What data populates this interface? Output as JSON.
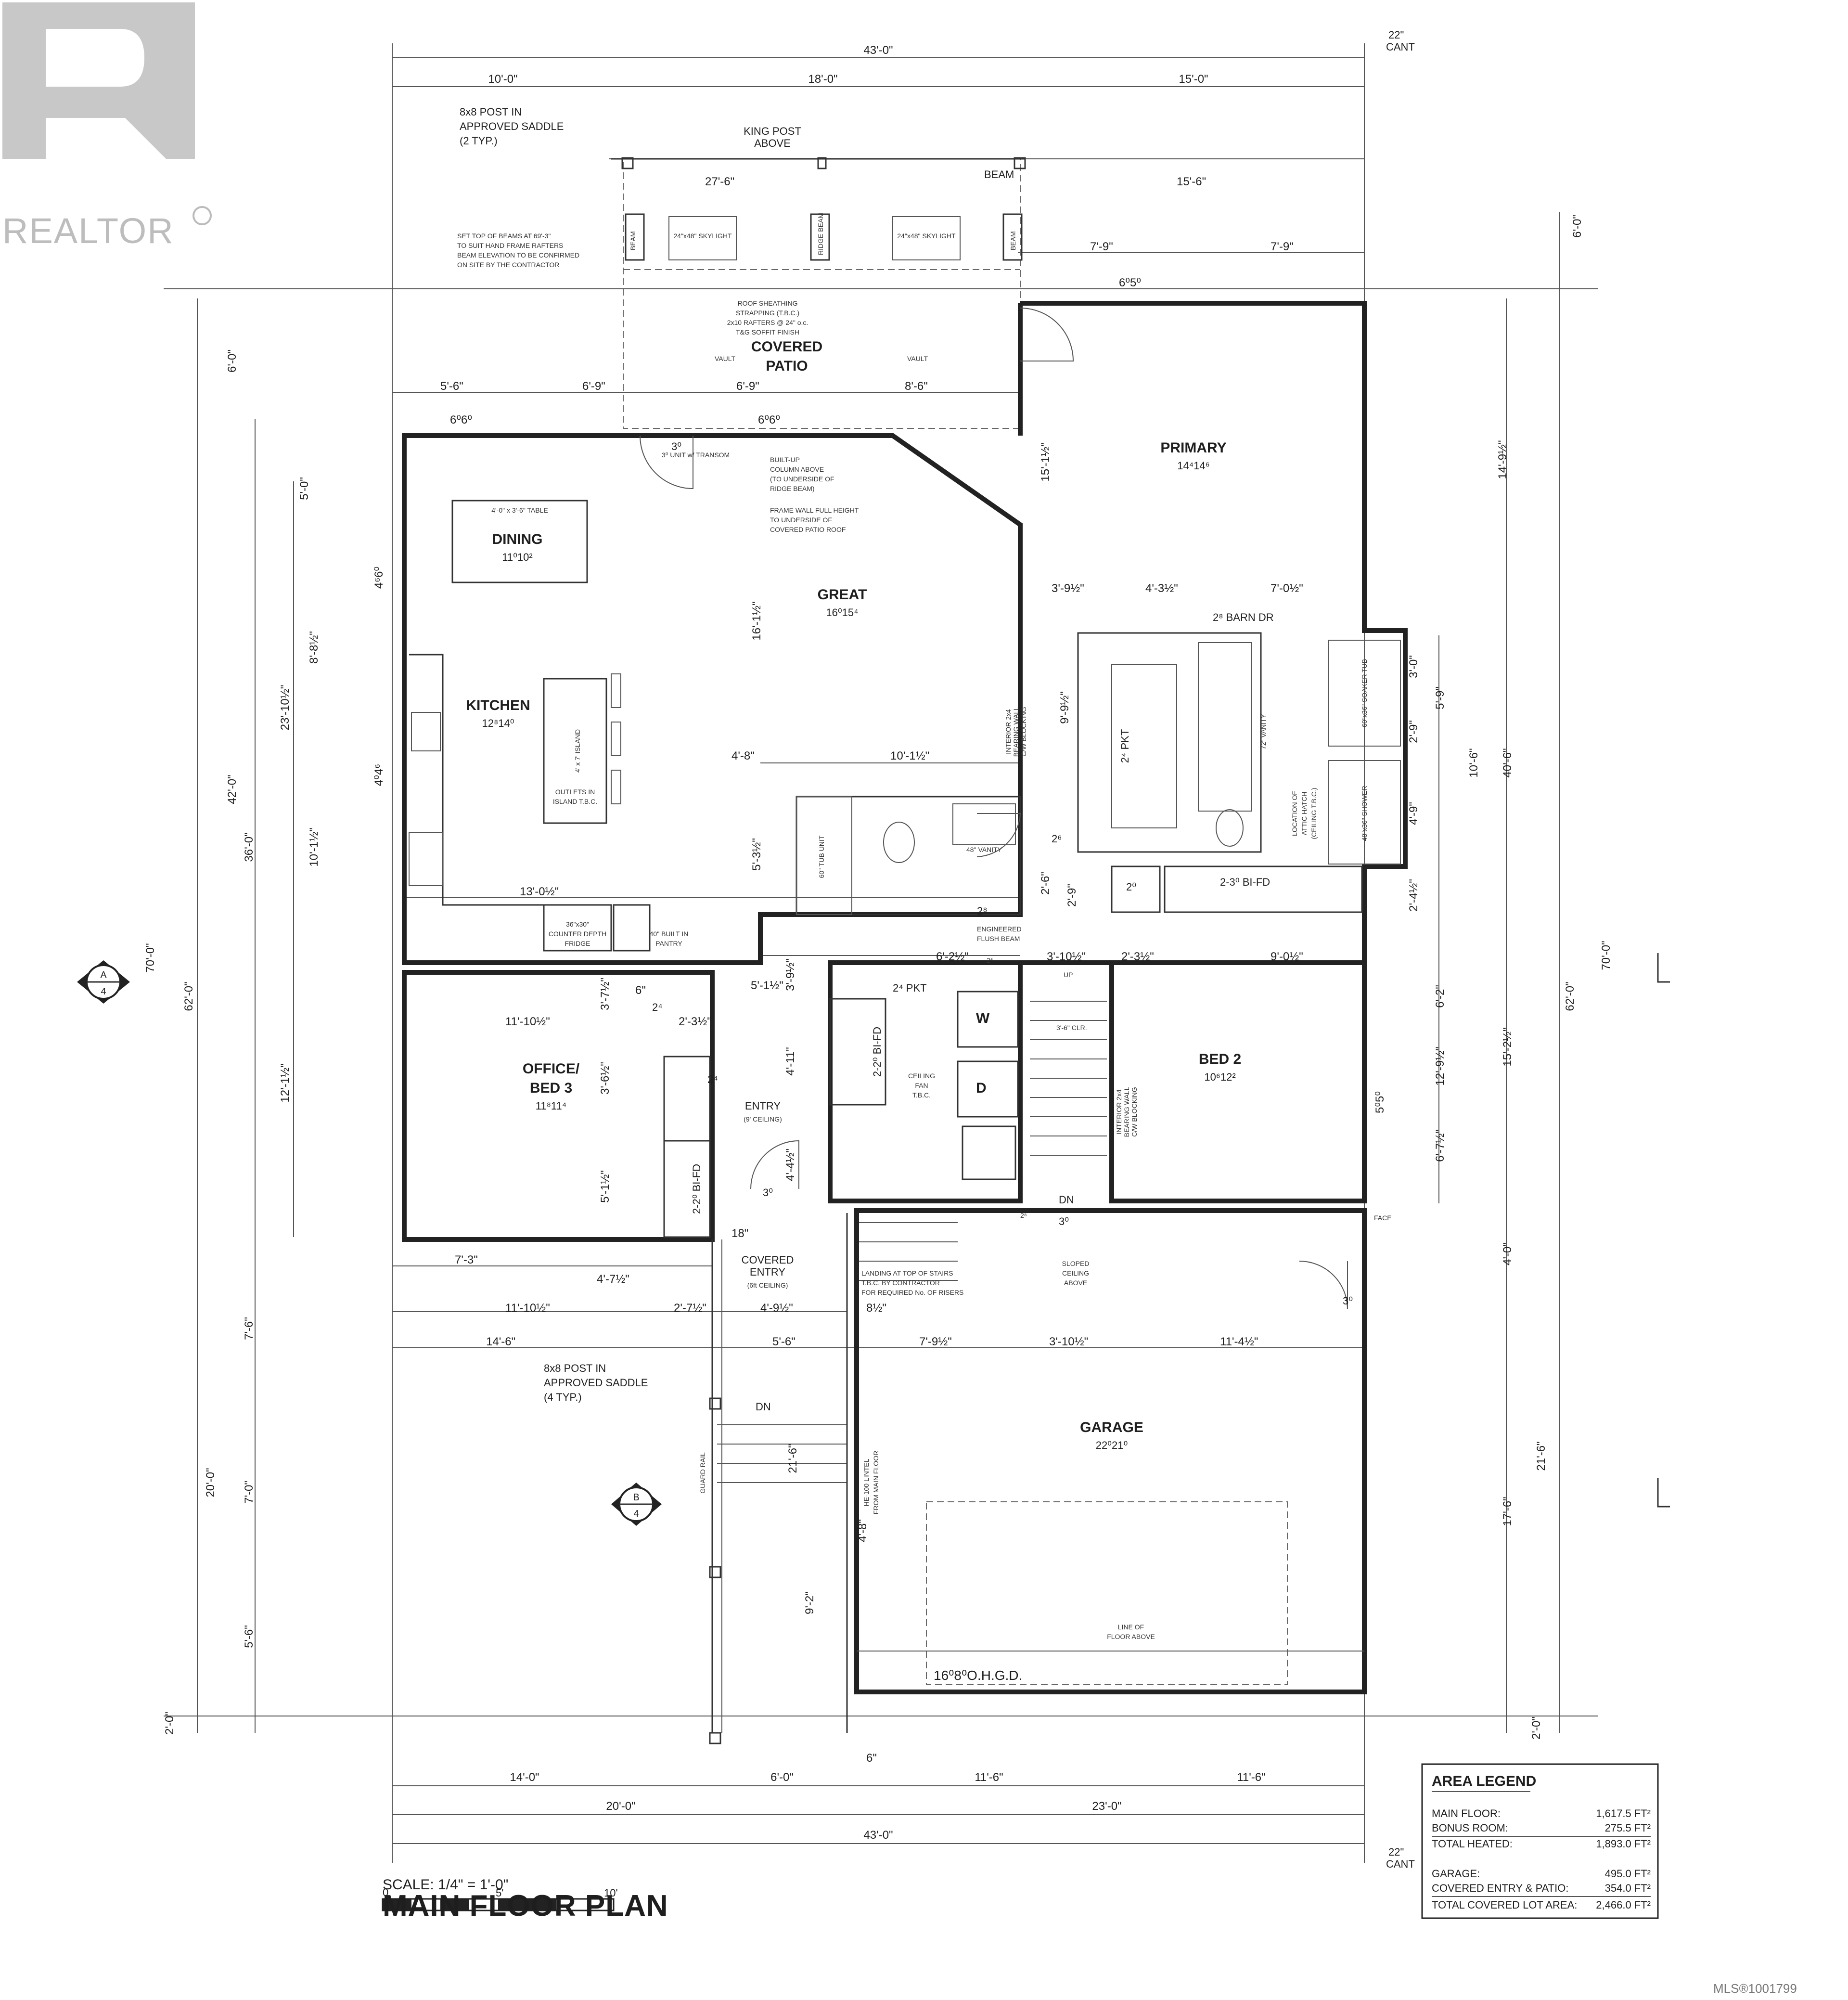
{
  "branding": {
    "realtor": "REALTOR",
    "mls": "MLS®1001799"
  },
  "title": "MAIN FLOOR PLAN",
  "scale": "SCALE: 1/4\" = 1'-0\"",
  "scale_bar": [
    "0",
    "5'",
    "10'"
  ],
  "rooms": {
    "covered_patio": [
      "COVERED",
      "PATIO"
    ],
    "dining": [
      "DINING",
      "11⁰10²"
    ],
    "kitchen": [
      "KITCHEN",
      "12⁸14⁰"
    ],
    "great": [
      "GREAT",
      "16⁰15⁴"
    ],
    "primary": [
      "PRIMARY",
      "14⁴14⁶"
    ],
    "office": [
      "OFFICE/",
      "BED 3",
      "11⁸11⁴"
    ],
    "entry": [
      "ENTRY",
      "(9' CEILING)"
    ],
    "bed2": [
      "BED 2",
      "10⁶12²"
    ],
    "covered_entry": [
      "COVERED",
      "ENTRY",
      "(6ft CEILING)"
    ],
    "garage": [
      "GARAGE",
      "22⁰21⁰"
    ]
  },
  "labels": {
    "post_top": [
      "8x8 POST IN",
      "APPROVED SADDLE",
      "(2 TYP.)"
    ],
    "king_post": [
      "KING POST",
      "ABOVE"
    ],
    "beam": "BEAM",
    "ridge_beam": "RIDGE BEAM",
    "skylight": "24\"x48\" SKYLIGHT",
    "beam_note": [
      "SET TOP OF BEAMS AT 69'-3\"",
      "TO SUIT HAND FRAME RAFTERS",
      "BEAM ELEVATION TO BE CONFIRMED",
      "ON SITE BY THE CONTRACTOR"
    ],
    "roof_note": [
      "ROOF SHEATHING",
      "STRAPPING (T.B.C.)",
      "2x10 RAFTERS @ 24\" o.c.",
      "T&G SOFFIT FINISH"
    ],
    "vault": "VAULT",
    "unit_transom": "3⁰ UNIT w/ TRANSOM",
    "column_note": [
      "BUILT-UP",
      "COLUMN ABOVE",
      "(TO UNDERSIDE OF",
      "RIDGE BEAM)"
    ],
    "frame_wall": [
      "FRAME WALL FULL HEIGHT",
      "TO UNDERSIDE OF",
      "COVERED PATIO ROOF"
    ],
    "table": "4'-0\" x 3'-6\" TABLE",
    "island": "4' x 7' ISLAND",
    "outlets": [
      "OUTLETS IN",
      "ISLAND T.B.C."
    ],
    "fridge": [
      "36\"x30\"",
      "COUNTER DEPTH",
      "FRIDGE"
    ],
    "pantry": [
      "40\" BUILT IN",
      "PANTRY"
    ],
    "tub": "60\" TUB UNIT",
    "vanity48": "48\" VANITY",
    "flush_beam": [
      "ENGINEERED",
      "FLUSH BEAM"
    ],
    "barn": "2⁸ BARN DR",
    "vanity72": "72\" VANITY",
    "soaker": "60\"x36\" SOAKER TUB",
    "shower": "48\"x36\" SHOWER",
    "attic": [
      "LOCATION OF",
      "ATTIC HATCH",
      "(CEILING T.B.C.)"
    ],
    "bifold_a": "2-3⁰ BI-FD",
    "bifold_b": "2-2⁰ BI-FD",
    "bifold_c": "2-2⁰ BI-FD",
    "pkt": "2⁴ PKT",
    "washer": "W",
    "dryer": "D",
    "fan": [
      "CEILING",
      "FAN",
      "T.B.C."
    ],
    "bearing_wall": [
      "INTERIOR 2x4",
      "BEARING WALL",
      "C/W BLOCKING"
    ],
    "stair_up": "UP",
    "stair_dn": "DN",
    "clr": "3'-6\" CLR.",
    "landing": [
      "LANDING AT TOP OF STAIRS",
      "T.B.C. BY CONTRACTOR",
      "FOR REQUIRED No. OF RISERS"
    ],
    "sloped": [
      "SLOPED",
      "CEILING",
      "ABOVE"
    ],
    "post_bottom": [
      "8x8 POST IN",
      "APPROVED SADDLE",
      "(4 TYP.)"
    ],
    "guard": "GUARD RAIL",
    "lintel": [
      "HE-100 LINTEL",
      "FROM MAIN FLOOR"
    ],
    "ohgd": "16⁰8⁰O.H.G.D.",
    "floor_above": [
      "LINE OF",
      "FLOOR ABOVE"
    ],
    "face": "FACE",
    "cant": [
      "22\"",
      "CANT"
    ]
  },
  "dims": {
    "top_overall": "43'-0\"",
    "top_segments": [
      "10'-0\"",
      "18'-0\"",
      "15'-0\""
    ],
    "beam_left": "27'-6\"",
    "beam_right": "15'-6\"",
    "row_77": [
      "7'-9\"",
      "7'-9\""
    ],
    "win_650": "6⁰5⁰",
    "row_55": [
      "5'-6\"",
      "6'-9\"",
      "6'-9\"",
      "8'-6\""
    ],
    "win_666": [
      "6⁰6⁰",
      "6⁰6⁰"
    ],
    "dim_48": "4'-8\"",
    "dim_1015": "10'-1½\"",
    "dim_130": "13'-0½\"",
    "dim_620": "6'-2½\"",
    "dim_3105": "3'-10½\"",
    "dim_2335": "2'-3½\"",
    "dim_5105": "5'-1½\"",
    "dim_11105": "11'-10½\"",
    "dim_2375": "2'-3½\"",
    "dim_1615": "16'-1½\"",
    "dim_535": "5'-3½\"",
    "dim_345": "3'-9½\"",
    "dim_411": "4'-11\"",
    "dim_445": "4'-4½\"",
    "dim_3945": "3'-9½\"",
    "dim_4345": "4'-3½\"",
    "dim_7005": "7'-0½\"",
    "dim_9045": "9'-0½\"",
    "dim_995": "9'-9½\"",
    "dim_1515": "15'-1½\"",
    "dim_26": "2'-6\"",
    "dim_29": "2'-9\"",
    "dim_30": "3'-0\"",
    "dim_295": "2'-9\"",
    "dim_449": "4'-9\"",
    "dim_24": "2'-4½\"",
    "left_col": [
      "6'-0\"",
      "5'-0\"",
      "4⁶6⁰",
      "8'-8½\"",
      "23'-10½\"",
      "4⁰4⁶",
      "36'-0\"",
      "10'-1½\"",
      "42'-0\"",
      "70'-0\"",
      "62'-0\"",
      "12'-1½\"",
      "3'-7½\"",
      "3'-6½\"",
      "5'-1½\"",
      "7'-6\"",
      "20'-0\"",
      "7'-0\"",
      "5'-6\"",
      "2'-0\""
    ],
    "right_col": [
      "6'-0\"",
      "14'-9½\"",
      "5'-9\"",
      "10'-6\"",
      "40'-6\"",
      "70'-0\"",
      "62'-0\"",
      "15'-2½\"",
      "12'-9½\"",
      "6'-2\"",
      "6'-7½\"",
      "5⁰5⁰",
      "4'-0\"",
      "21'-6\"",
      "17'-6\"",
      "2'-0\""
    ],
    "mid_row": [
      "7'-3\"",
      "4'-7½\""
    ],
    "row_1105": [
      "11'-10½\"",
      "2'-7½\"",
      "4'-9½\"",
      "8½\""
    ],
    "row_146": [
      "14'-6\"",
      "5'-6\"",
      "7'-9½\"",
      "3'-10½\"",
      "11'-4½\""
    ],
    "stair_dims": [
      "21'-6\"",
      "9'-2\"",
      "4'-8\""
    ],
    "dim_18": "18\"",
    "bottom_1": [
      "14'-0\"",
      "6'-0\"",
      "11'-6\"",
      "11'-6\""
    ],
    "bottom_2": [
      "20'-0\"",
      "23'-0\""
    ],
    "bottom_overall": "43'-0\"",
    "dim_6": "6\"",
    "door_30": "3⁰",
    "door_28": "2⁸",
    "door_26": "2⁶",
    "door_24": "2⁴",
    "door_20": "2⁰"
  },
  "legend": {
    "heading": "AREA LEGEND",
    "rows": [
      [
        "MAIN FLOOR:",
        "1,617.5 FT²"
      ],
      [
        "BONUS ROOM:",
        "275.5 FT²"
      ],
      [
        "TOTAL HEATED:",
        "1,893.0 FT²"
      ],
      [
        "GARAGE:",
        "495.0 FT²"
      ],
      [
        "COVERED ENTRY & PATIO:",
        "354.0 FT²"
      ],
      [
        "TOTAL COVERED LOT AREA:",
        "2,466.0 FT²"
      ]
    ]
  },
  "section_marks": [
    [
      "A",
      "4"
    ],
    [
      "B",
      "4"
    ]
  ]
}
